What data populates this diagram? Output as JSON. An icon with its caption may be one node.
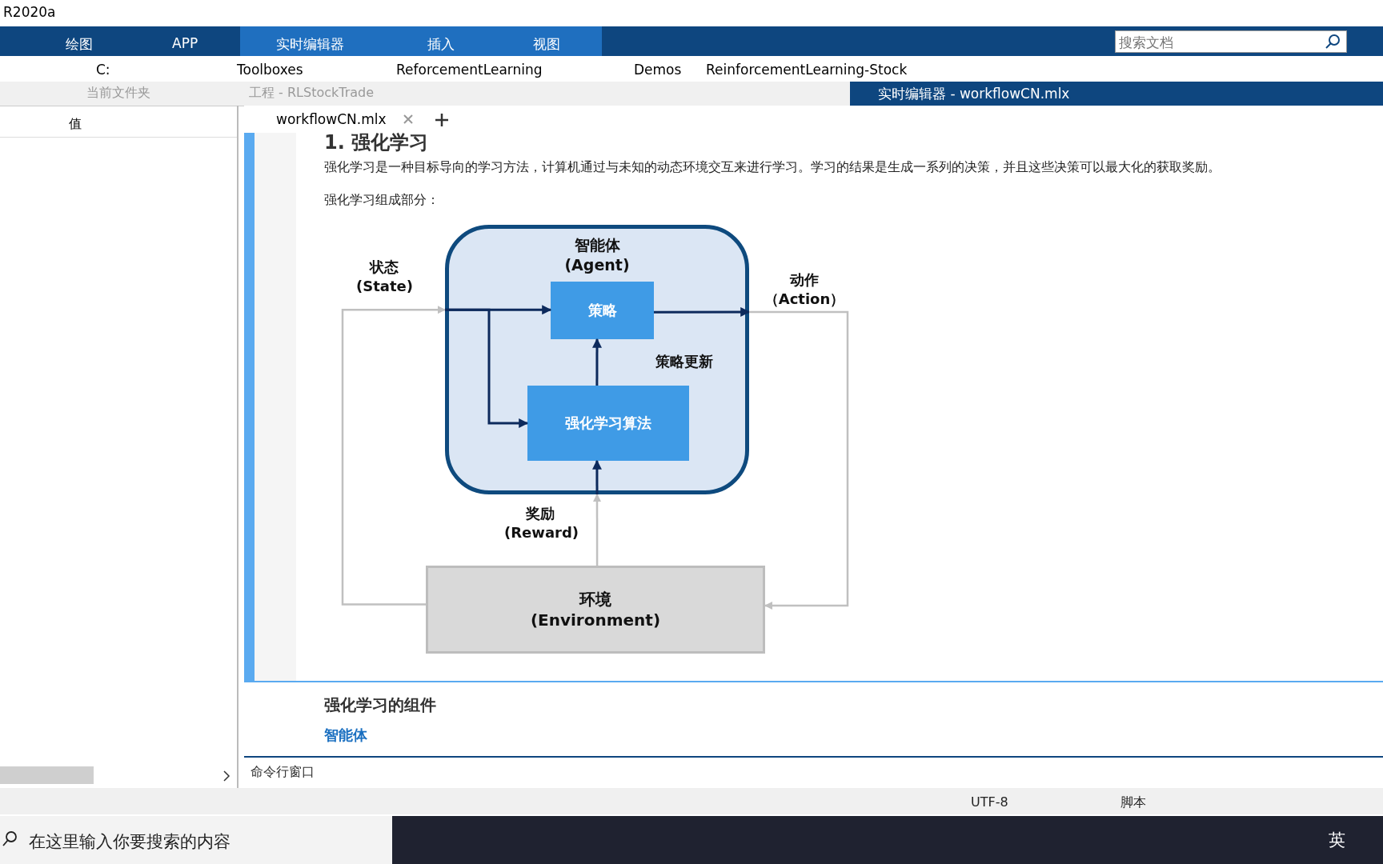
{
  "diagram": {
    "nodes": [
      {
        "text": [
          "智能体 (Agent)"
        ]
      },
      {
        "text": [
          "策略"
        ],
        "in": 0
      },
      {
        "text": [
          "强化学习算法"
        ],
        "in": 0
      },
      {
        "text": [
          "环境 (Environment)"
        ]
      }
    ],
    "edges": [
      {
        "from": 3,
        "to": 0,
        "arrow": "to",
        "label": "状态 (State)",
        "color": "#c0c0c0"
      },
      {
        "from": 0,
        "to": 1,
        "arrow": "to"
      },
      {
        "from": 0,
        "to": 2,
        "arrow": "to"
      },
      {
        "from": 1,
        "to": 0,
        "arrow": "to"
      },
      {
        "from": 0,
        "to": 3,
        "arrow": "to",
        "label": "动作（Action）",
        "color": "#c0c0c0"
      },
      {
        "from": 2,
        "to": 1,
        "arrow": "to",
        "label": "策略更新"
      },
      {
        "from": 3,
        "to": 0,
        "arrow": "to",
        "label": "奖励 (Reward)",
        "color": "#c0c0c0"
      },
      {
        "from": 0,
        "to": 2,
        "arrow": "to"
      }
    ],
    "labels": [
      "R2020a",
      "绘图",
      "APP",
      "实时编辑器",
      "插入",
      "视图",
      "搜索文档",
      "C:",
      "Toolboxes",
      "ReforcementLearning",
      "Demos",
      "ReinforcementLearning-Stock",
      "当前文件夹",
      "工程 - RLStockTrade",
      "实时编辑器 - workflowCN.mlx",
      "值",
      "workflowCN.mlx",
      "1. 强化学习",
      "强化学习是一种目标导向的学习方法，计算机通过与未知的动态环境交互来进行学习。学习的结果是生成一系列的决策，并且这些决策可以最大化的获取奖励。",
      "强化学习组成部分：",
      "强化学习的组件",
      "智能体",
      "命令行窗口",
      "UTF-8",
      "脚本",
      "在这里输入你要搜索的内容",
      "英"
    ]
  }
}
